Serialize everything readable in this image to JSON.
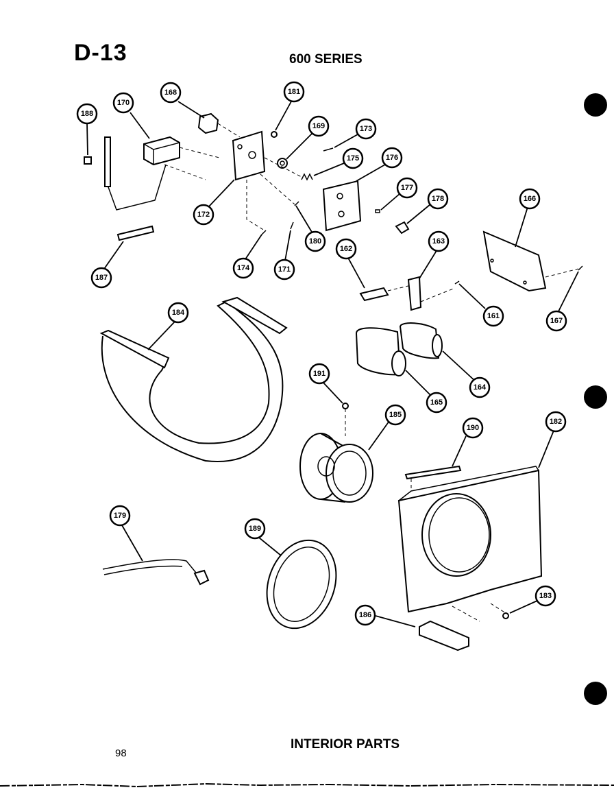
{
  "header": {
    "page_code": "D-13",
    "series": "600 SERIES"
  },
  "footer": {
    "caption": "INTERIOR PARTS",
    "page_number": "98"
  },
  "callouts": [
    {
      "id": "c188",
      "label": "188"
    },
    {
      "id": "c170",
      "label": "170"
    },
    {
      "id": "c168",
      "label": "168"
    },
    {
      "id": "c181",
      "label": "181"
    },
    {
      "id": "c169",
      "label": "169"
    },
    {
      "id": "c173",
      "label": "173"
    },
    {
      "id": "c175",
      "label": "175"
    },
    {
      "id": "c176",
      "label": "176"
    },
    {
      "id": "c177",
      "label": "177"
    },
    {
      "id": "c178",
      "label": "178"
    },
    {
      "id": "c172",
      "label": "172"
    },
    {
      "id": "c174",
      "label": "174"
    },
    {
      "id": "c171",
      "label": "171"
    },
    {
      "id": "c180",
      "label": "180"
    },
    {
      "id": "c187",
      "label": "187"
    },
    {
      "id": "c162",
      "label": "162"
    },
    {
      "id": "c163",
      "label": "163"
    },
    {
      "id": "c161",
      "label": "161"
    },
    {
      "id": "c166",
      "label": "166"
    },
    {
      "id": "c167",
      "label": "167"
    },
    {
      "id": "c184",
      "label": "184"
    },
    {
      "id": "c191",
      "label": "191"
    },
    {
      "id": "c165",
      "label": "165"
    },
    {
      "id": "c164",
      "label": "164"
    },
    {
      "id": "c185",
      "label": "185"
    },
    {
      "id": "c190",
      "label": "190"
    },
    {
      "id": "c182",
      "label": "182"
    },
    {
      "id": "c179",
      "label": "179"
    },
    {
      "id": "c189",
      "label": "189"
    },
    {
      "id": "c186",
      "label": "186"
    },
    {
      "id": "c183",
      "label": "183"
    }
  ]
}
